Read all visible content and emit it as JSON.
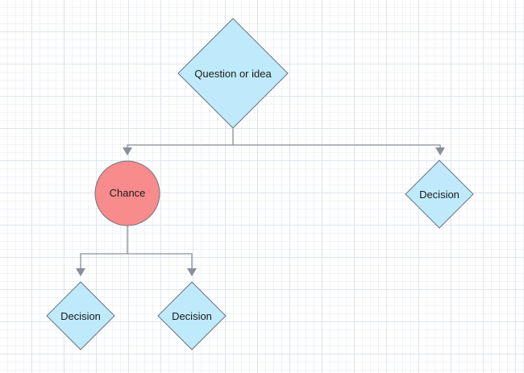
{
  "diagram": {
    "type": "decision-tree",
    "nodes": {
      "root": {
        "shape": "diamond",
        "label": "Question or idea",
        "fill": "#bfeafb"
      },
      "chance": {
        "shape": "circle",
        "label": "Chance",
        "fill": "#f88b8b"
      },
      "decision_right": {
        "shape": "diamond",
        "label": "Decision",
        "fill": "#bfeafb"
      },
      "decision_left_1": {
        "shape": "diamond",
        "label": "Decision",
        "fill": "#bfeafb"
      },
      "decision_left_2": {
        "shape": "diamond",
        "label": "Decision",
        "fill": "#bfeafb"
      }
    },
    "edges": [
      {
        "from": "root",
        "to": "chance"
      },
      {
        "from": "root",
        "to": "decision_right"
      },
      {
        "from": "chance",
        "to": "decision_left_1"
      },
      {
        "from": "chance",
        "to": "decision_left_2"
      }
    ],
    "colors": {
      "stroke": "#6b7280",
      "connector": "#8a8f99",
      "grid": "#dfe3ee"
    }
  }
}
